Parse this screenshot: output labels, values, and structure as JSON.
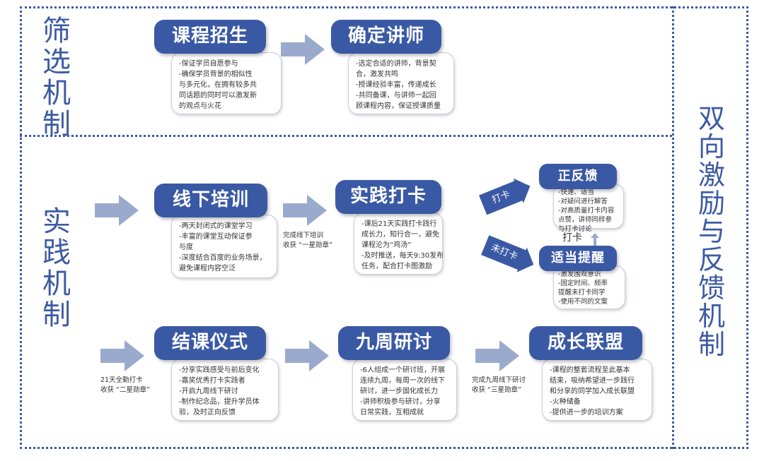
{
  "side_labels": {
    "screening": "筛选机制",
    "practice": "实践机制",
    "incentive": "双向激励与反馈机制"
  },
  "cards": {
    "recruit": {
      "title": "课程招生",
      "lines": [
        "-保证学员自愿参与",
        "-确保学员背景的相似性",
        "与多元化，在拥有较多共",
        "同话题的同时可以激发新",
        "的观点与火花"
      ]
    },
    "lecturer": {
      "title": "确定讲师",
      "lines": [
        "-选定合适的讲师，背景契",
        "合，激发共鸣",
        "-授课经验丰富，传递成长",
        "-共同备课，与讲师一起回",
        "顾课程内容，保证授课质量"
      ]
    },
    "offline": {
      "title": "线下培训",
      "lines": [
        "-两天封闭式的课堂学习",
        "-丰富的课堂互动保证参",
        "与度",
        "-深度结合百度的业务场景，",
        "避免课程内容空泛"
      ]
    },
    "checkin": {
      "title": "实践打卡",
      "lines": [
        "-课后21天实践打卡践行",
        "成长力，知行合一，避免",
        "课程沦为“鸡汤”",
        "-及时推送，每天9:30发布",
        "任务，配合打卡图激励"
      ]
    },
    "feedback": {
      "title": "正反馈",
      "lines": [
        "-快速、适当",
        "-对疑问进行解答",
        "-对高质量打卡内容",
        "点赞，讲师同样参",
        "与打卡讨论"
      ]
    },
    "reminder": {
      "title": "适当提醒",
      "lines": [
        "-激发围观意识",
        "-固定时间、频率",
        "提醒未打卡同学",
        "-使用不同的文案"
      ]
    },
    "closing": {
      "title": "结课仪式",
      "lines": [
        "-分享实践感受与前后变化",
        "-嘉奖优秀打卡实践者",
        "-开启九周线下研讨",
        "-制作纪念品，提升学员体",
        "验，及时正向反馈"
      ]
    },
    "nineweek": {
      "title": "九周研讨",
      "lines": [
        "-6人组成一个研讨班，开展",
        "连续九周，每周一次的线下",
        "研讨，进一步固化成长力",
        "-讲师积极参与研讨，分享",
        "日常实践，互相成就"
      ]
    },
    "alliance": {
      "title": "成长联盟",
      "lines": [
        "-课程的整套流程至此基本",
        "结束，吸纳希望进一步践行",
        "和分享的同学加入成长联盟",
        "-火种储备",
        "-提供进一步的培训方案"
      ]
    }
  },
  "notes": {
    "after_offline": [
      "完成线下培训",
      "收获 “一星勋章”"
    ],
    "after_checkin21": [
      "21天全勤打卡",
      "收获 “二星勋章”"
    ],
    "after_nineweek": [
      "完成九周线下研讨",
      "收获 “三星勋章”"
    ]
  },
  "branches": {
    "checked": "打卡",
    "unchecked": "未打卡",
    "up_label": "打卡"
  },
  "colors": {
    "accent": "#3a59a5",
    "border": "#3d5ba3",
    "arrow": "#9aaacd"
  }
}
